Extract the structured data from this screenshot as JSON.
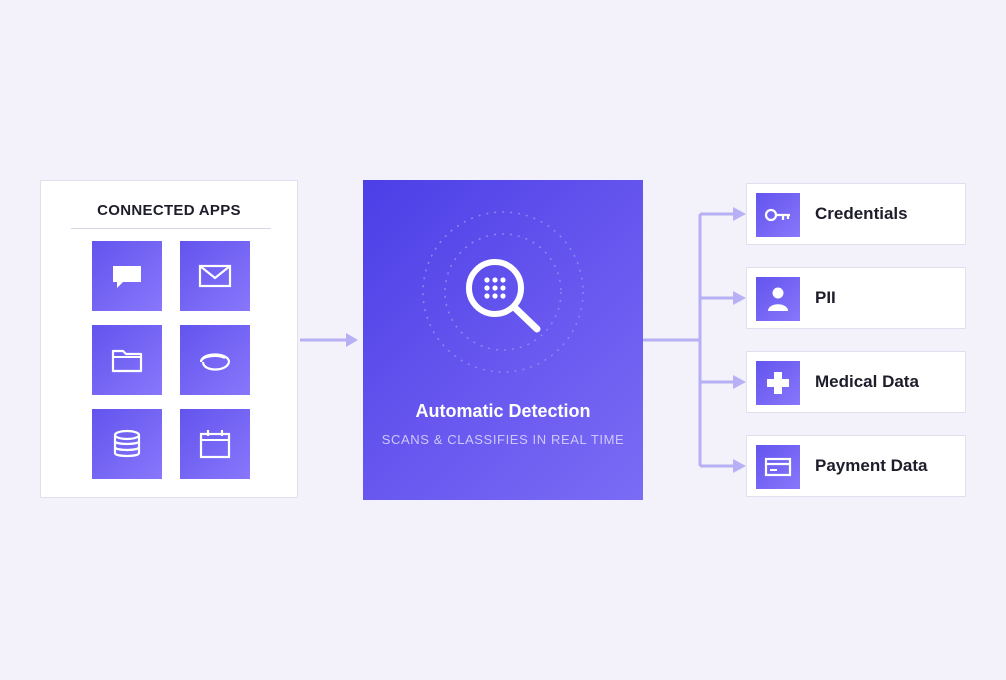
{
  "connected_apps": {
    "title": "CONNECTED APPS",
    "apps": [
      {
        "icon": "chat-icon"
      },
      {
        "icon": "mail-icon"
      },
      {
        "icon": "folder-icon"
      },
      {
        "icon": "cloud-sync-icon"
      },
      {
        "icon": "database-icon"
      },
      {
        "icon": "calendar-icon"
      }
    ]
  },
  "detection": {
    "title": "Automatic Detection",
    "subtitle": "SCANS & CLASSIFIES IN REAL TIME",
    "icon": "magnifier-icon"
  },
  "outputs": [
    {
      "label": "Credentials",
      "icon": "key-icon"
    },
    {
      "label": "PII",
      "icon": "person-icon"
    },
    {
      "label": "Medical Data",
      "icon": "medical-cross-icon"
    },
    {
      "label": "Payment Data",
      "icon": "credit-card-icon"
    }
  ],
  "colors": {
    "accent": "#5b4ceb",
    "accent_light": "#8877fb",
    "connector": "#b8b0f5",
    "background": "#f3f2fa"
  }
}
